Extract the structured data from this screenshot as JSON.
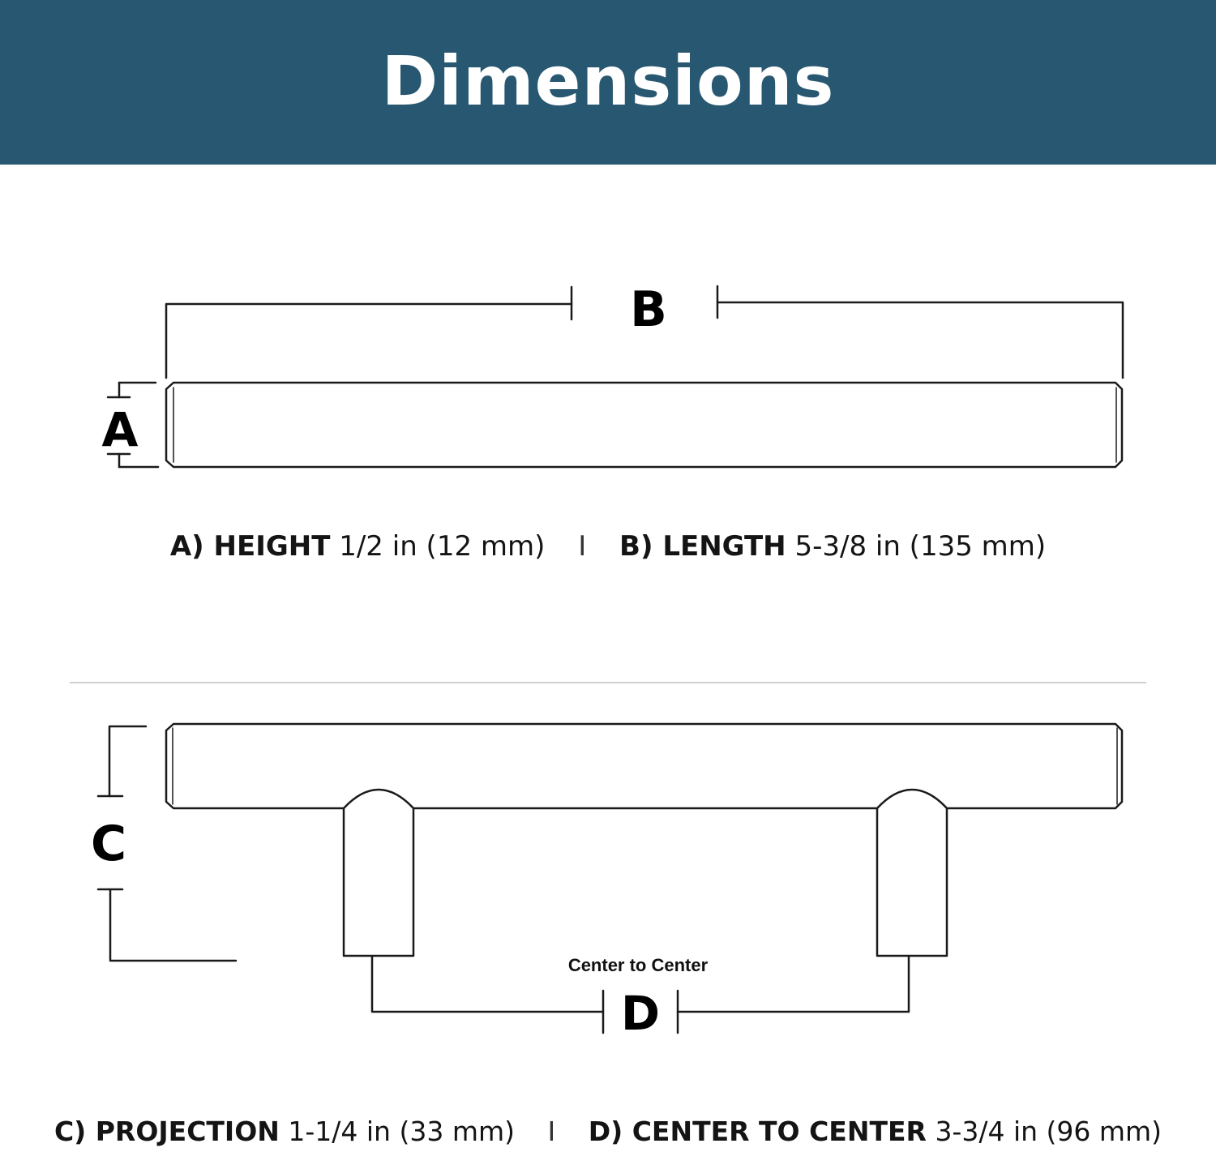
{
  "header": {
    "title": "Dimensions"
  },
  "diagram_top": {
    "label_a": "A",
    "label_b": "B"
  },
  "specs_top": {
    "a_key": "A) HEIGHT",
    "a_value": "1/2 in (12 mm)",
    "separator": "I",
    "b_key": "B) LENGTH",
    "b_value": "5-3/8 in (135 mm)"
  },
  "diagram_bottom": {
    "label_c": "C",
    "label_d": "D",
    "center_caption": "Center to Center"
  },
  "specs_bottom": {
    "c_key": "C) PROJECTION",
    "c_value": "1-1/4 in (33 mm)",
    "separator": "I",
    "d_key": "D) CENTER TO CENTER",
    "d_value": "3-3/4 in (96 mm)"
  },
  "colors": {
    "header_bg": "#285871",
    "header_text": "#ffffff",
    "line": "#1a1a1a",
    "divider": "#d0d0d0"
  }
}
